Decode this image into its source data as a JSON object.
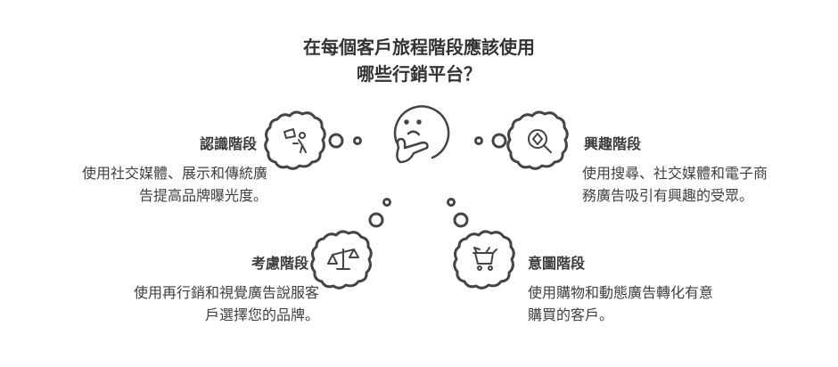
{
  "title": {
    "line1": "在每個客戶旅程階段應該使用",
    "line2": "哪些行銷平台？"
  },
  "stages": [
    {
      "heading": "認識階段",
      "line1": "使用社交媒體、展示和傳統廣",
      "line2": "告提高品牌曝光度。",
      "icon": "megaphone-person-icon"
    },
    {
      "heading": "興趣階段",
      "line1": "使用搜尋、社交媒體和電子商",
      "line2": "務廣告吸引有興趣的受眾。",
      "icon": "magnifier-diamond-icon"
    },
    {
      "heading": "考慮階段",
      "line1": "使用再行銷和視覺廣告說服客",
      "line2": "戶選擇您的品牌。",
      "icon": "balance-scale-icon"
    },
    {
      "heading": "意圖階段",
      "line1": "使用購物和動態廣告轉化有意",
      "line2": "購買的客戶。",
      "icon": "shopping-cart-icon"
    }
  ],
  "colors": {
    "stroke": "#444444",
    "text": "#3f3f3f"
  }
}
